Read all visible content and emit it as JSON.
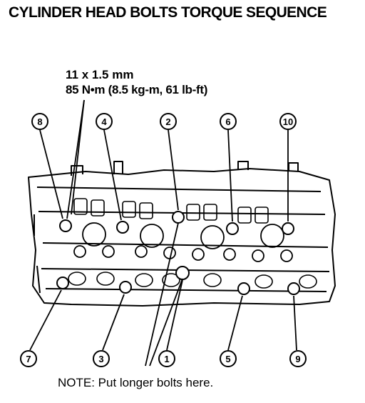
{
  "title": "CYLINDER HEAD BOLTS TORQUE SEQUENCE",
  "spec": {
    "bolt_size": "11 x 1.5 mm",
    "torque": "85 N•m (8.5 kg-m, 61 lb-ft)"
  },
  "note": "NOTE:  Put longer bolts here.",
  "callouts": {
    "top": [
      "8",
      "4",
      "2",
      "6",
      "10"
    ],
    "bottom": [
      "7",
      "3",
      "1",
      "5",
      "9"
    ]
  }
}
